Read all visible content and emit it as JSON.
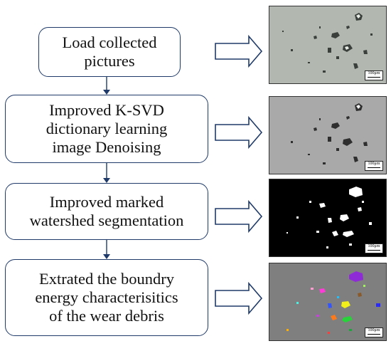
{
  "steps": [
    {
      "label": "Load collected\npictures"
    },
    {
      "label": "Improved K-SVD\ndictionary learning\nimage Denoising"
    },
    {
      "label": "Improved marked\nwatershed segmentation"
    },
    {
      "label": "Extrated the boundry\nenergy characterisitics\nof the wear debris"
    }
  ],
  "images": [
    {
      "scale_label": "100μm"
    },
    {
      "scale_label": "100μm"
    },
    {
      "scale_label": "100μm"
    },
    {
      "scale_label": "100μm"
    }
  ],
  "colors": {
    "box_border": "#1f3a68",
    "arrow": "#1f3a68",
    "raw_bg": "#b2b8b0",
    "denoised_bg": "#a9a9a9",
    "segmented_bg": "#000000",
    "features_bg": "#7f7f7f"
  }
}
